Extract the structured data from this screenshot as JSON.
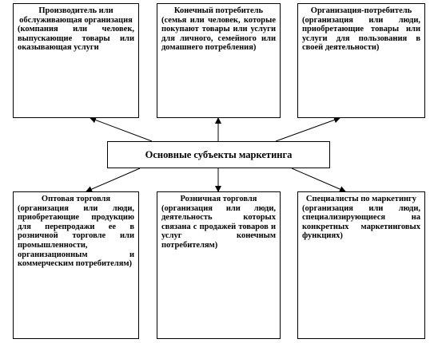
{
  "center": {
    "label": "Основные субъекты маркетинга"
  },
  "top_boxes": [
    {
      "title": "Производитель или обслуживающая организация",
      "description": "(компания или человек, выпускающие товары или оказывающая услуги"
    },
    {
      "title": "Конечный потребитель",
      "description": "(семья или человек, которые покупают товары или услуги для личного, семейного или домашнего потребления)"
    },
    {
      "title": "Организация-потребитель",
      "description": "(организация или люди, приобретающие товары или услуги для пользования в своей деятельности)"
    }
  ],
  "bottom_boxes": [
    {
      "title": "Оптовая торговля",
      "description": "(организация или люди, приобретающие продукцию для перепродажи ее в розничной торговле или промышленности, организационным и коммерческим потребителям)"
    },
    {
      "title": "Розничная торговля",
      "description": "(организация или люди, деятельность которых связана с продажей товаров и услуг конечным потребителям)"
    },
    {
      "title": "Специалисты по маркетингу",
      "description": "(организация или люди, специализирующиеся на конкретных маркетинговых функциях)"
    }
  ]
}
